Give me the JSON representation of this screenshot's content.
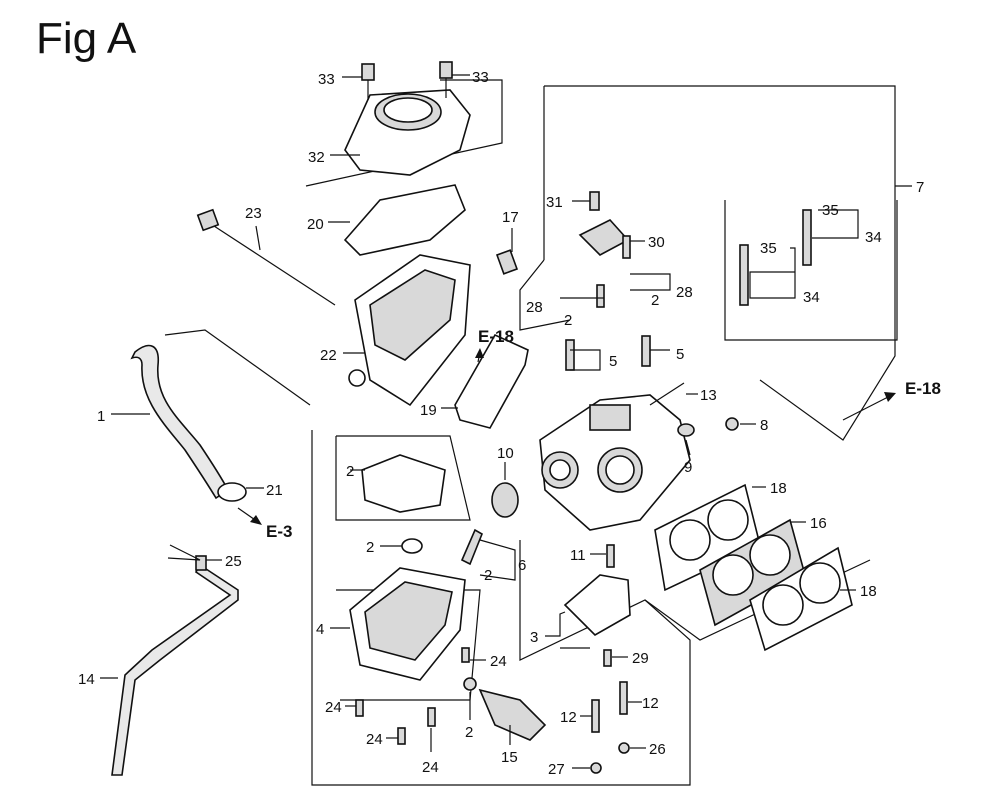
{
  "figure": {
    "title": "Fig A"
  },
  "callouts": {
    "c1": "1",
    "c2a": "2",
    "c2b": "2",
    "c2c": "2",
    "c2d": "2",
    "c2e": "2",
    "c2f": "2",
    "c3": "3",
    "c4": "4",
    "c5a": "5",
    "c5b": "5",
    "c6": "6",
    "c7": "7",
    "c8": "8",
    "c9": "9",
    "c10": "10",
    "c11": "11",
    "c12a": "12",
    "c12b": "12",
    "c13": "13",
    "c14": "14",
    "c15": "15",
    "c16": "16",
    "c17": "17",
    "c18a": "18",
    "c18b": "18",
    "c19": "19",
    "c20": "20",
    "c21": "21",
    "c22": "22",
    "c23": "23",
    "c24a": "24",
    "c24b": "24",
    "c24c": "24",
    "c24d": "24",
    "c25": "25",
    "c26": "26",
    "c27": "27",
    "c28a": "28",
    "c28b": "28",
    "c29": "29",
    "c30": "30",
    "c31": "31",
    "c32": "32",
    "c33a": "33",
    "c33b": "33",
    "c34a": "34",
    "c34b": "34",
    "c35a": "35",
    "c35b": "35"
  },
  "references": {
    "e18a": "E-18",
    "e18b": "E-18",
    "e3": "E-3"
  }
}
